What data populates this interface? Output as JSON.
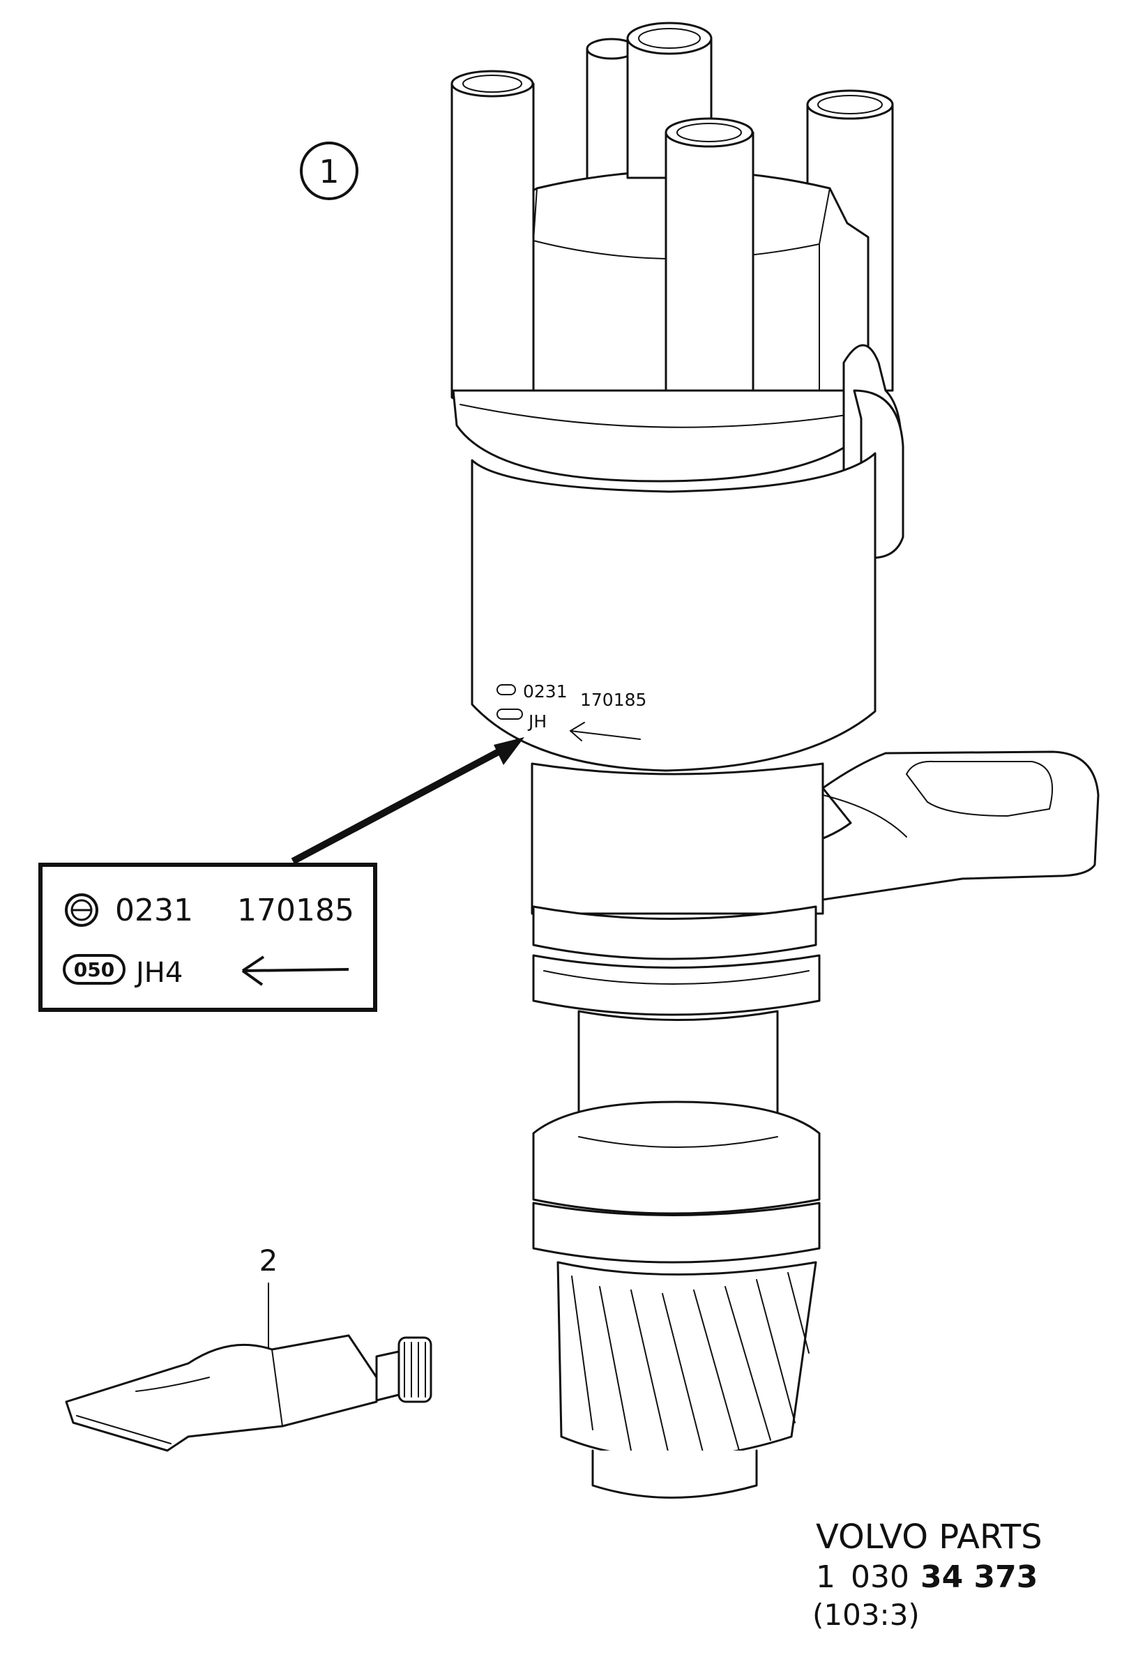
{
  "callouts": {
    "item_1": "1",
    "item_2": "2"
  },
  "housing_marking": {
    "line1_part": "0231",
    "line1_number": "170185",
    "line2_code": "JH"
  },
  "label_box": {
    "line1_part": "0231",
    "line1_number": "170185",
    "line2_badge": "050",
    "line2_code": "JH4"
  },
  "footer": {
    "line1": "VOLVO  PARTS",
    "line2_a": "1",
    "line2_b": "030",
    "line2_c": "34 373",
    "line3": "(103:3)"
  }
}
